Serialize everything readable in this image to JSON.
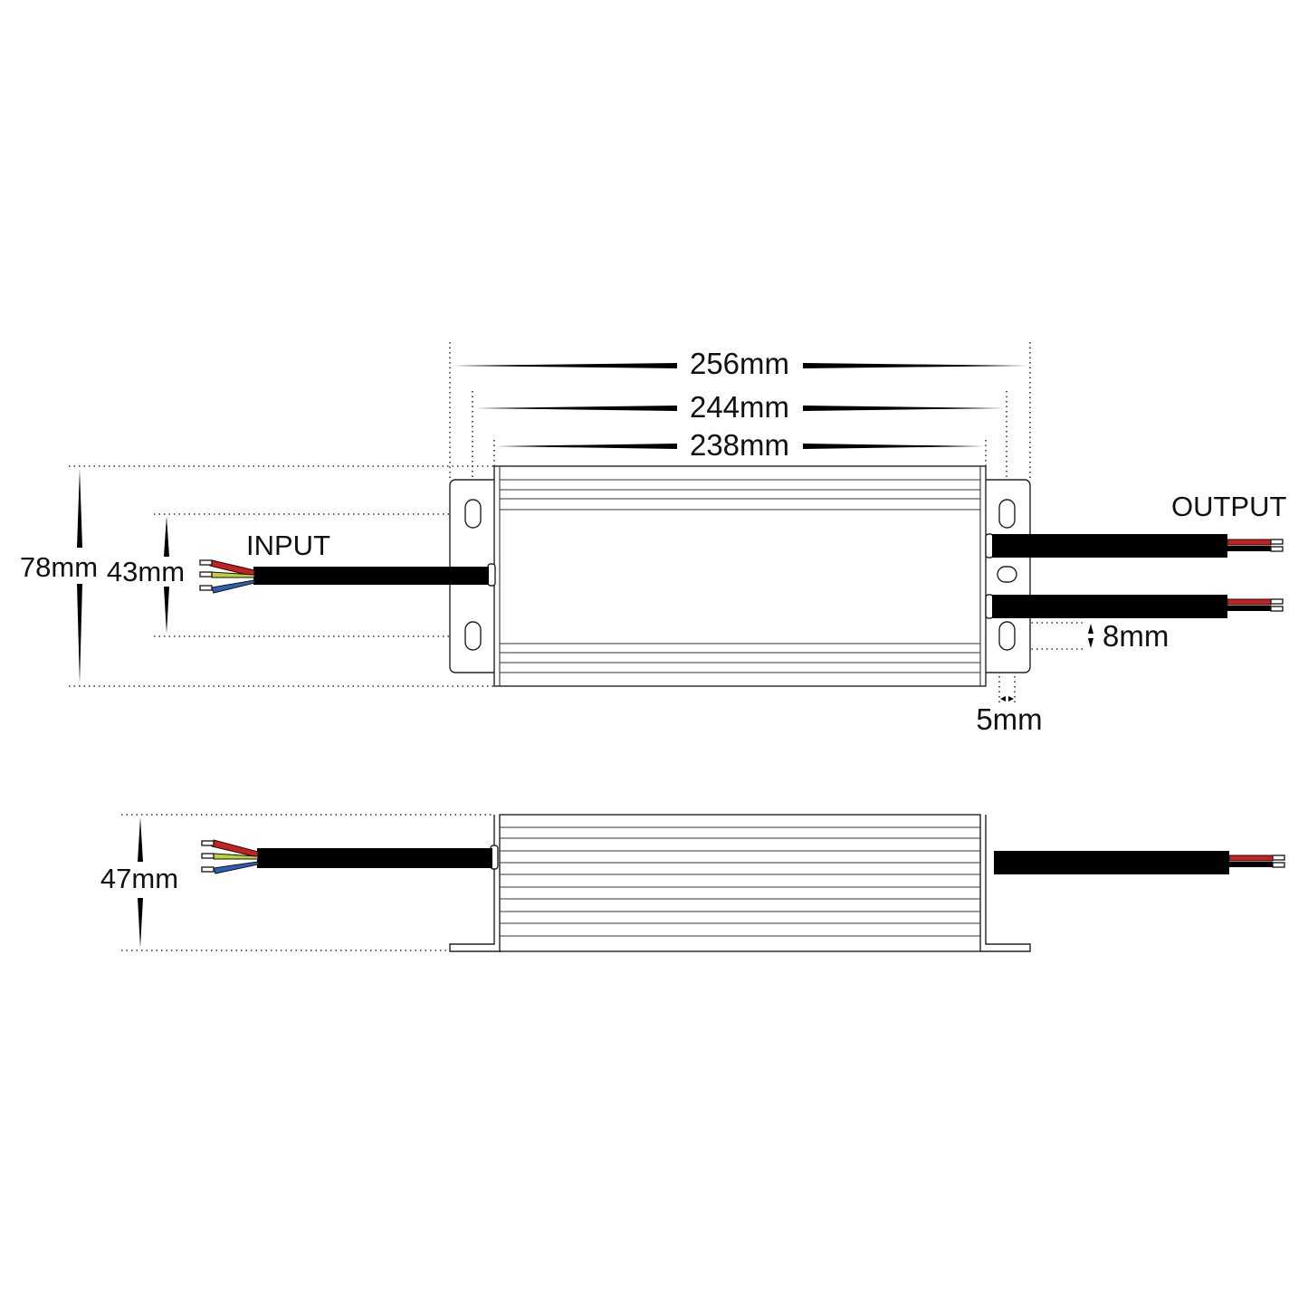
{
  "labels": {
    "input": "INPUT",
    "output": "OUTPUT"
  },
  "dimensions": {
    "overall_length": "256mm",
    "mount_hole_spacing": "244mm",
    "body_length": "238mm",
    "overall_width": "78mm",
    "hole_vertical_spacing": "43mm",
    "height": "47mm",
    "slot_length": "8mm",
    "slot_width": "5mm"
  },
  "colors": {
    "wire_red": "#c8201e",
    "wire_yellow_green": "#b9d23a",
    "wire_blue": "#2e5fb5",
    "cable": "#000000",
    "outline": "#222222"
  }
}
